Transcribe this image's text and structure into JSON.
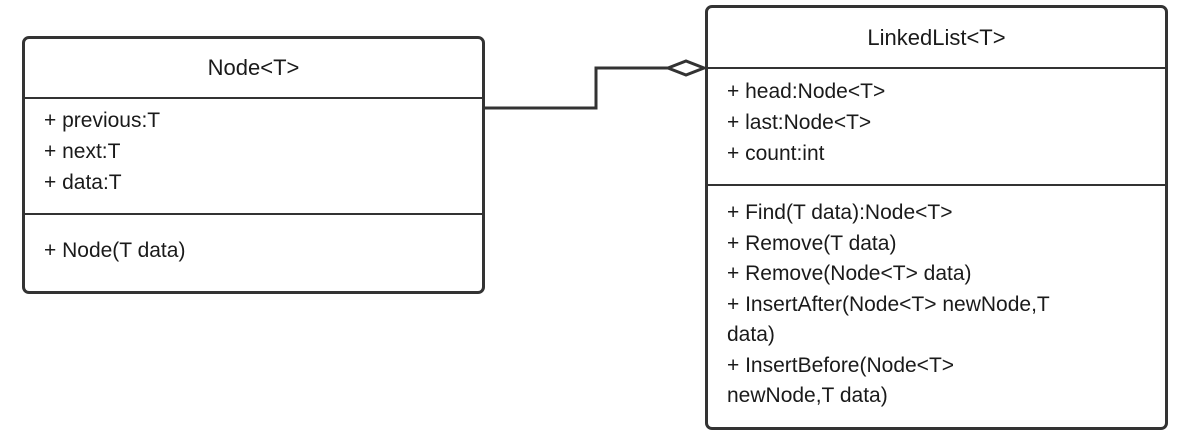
{
  "classes": {
    "node": {
      "name": "Node<T>",
      "attributes": [
        "+ previous:T",
        "+ next:T",
        "+ data:T"
      ],
      "operations": [
        "+ Node(T data)"
      ]
    },
    "linkedlist": {
      "name": "LinkedList<T>",
      "attributes": [
        "+ head:Node<T>",
        "+ last:Node<T>",
        "+ count:int"
      ],
      "operations": [
        "+ Find(T data):Node<T>",
        "+ Remove(T data)",
        "+ Remove(Node<T> data)",
        "+ InsertAfter(Node<T> newNode,T\ndata)",
        "+ InsertBefore(Node<T>\nnewNode,T data)"
      ]
    }
  },
  "relationship": {
    "type": "aggregation",
    "from": "node",
    "to": "linkedlist"
  },
  "colors": {
    "border": "#333333",
    "background": "#ffffff",
    "text": "#1a1a1a"
  }
}
